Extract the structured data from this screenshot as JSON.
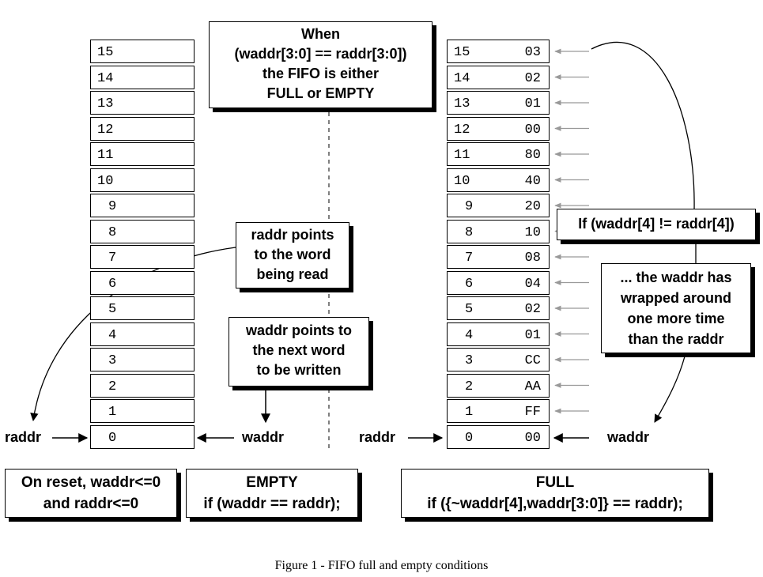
{
  "left_fifo": {
    "rows": [
      {
        "index": "15"
      },
      {
        "index": "14"
      },
      {
        "index": "13"
      },
      {
        "index": "12"
      },
      {
        "index": "11"
      },
      {
        "index": "10"
      },
      {
        "index": "9"
      },
      {
        "index": "8"
      },
      {
        "index": "7"
      },
      {
        "index": "6"
      },
      {
        "index": "5"
      },
      {
        "index": "4"
      },
      {
        "index": "3"
      },
      {
        "index": "2"
      },
      {
        "index": "1"
      },
      {
        "index": "0"
      }
    ],
    "raddr_label": "raddr",
    "waddr_label": "waddr"
  },
  "right_fifo": {
    "rows": [
      {
        "index": "15",
        "value": "03"
      },
      {
        "index": "14",
        "value": "02"
      },
      {
        "index": "13",
        "value": "01"
      },
      {
        "index": "12",
        "value": "00"
      },
      {
        "index": "11",
        "value": "80"
      },
      {
        "index": "10",
        "value": "40"
      },
      {
        "index": "9",
        "value": "20"
      },
      {
        "index": "8",
        "value": "10"
      },
      {
        "index": "7",
        "value": "08"
      },
      {
        "index": "6",
        "value": "04"
      },
      {
        "index": "5",
        "value": "02"
      },
      {
        "index": "4",
        "value": "01"
      },
      {
        "index": "3",
        "value": "CC"
      },
      {
        "index": "2",
        "value": "AA"
      },
      {
        "index": "1",
        "value": "FF"
      },
      {
        "index": "0",
        "value": "00"
      }
    ],
    "raddr_label": "raddr",
    "waddr_label": "waddr"
  },
  "notes": {
    "when": [
      "When",
      "(waddr[3:0] == raddr[3:0])",
      "the FIFO is either",
      "FULL or EMPTY"
    ],
    "raddr_points": [
      "raddr points",
      "to the word",
      "being read"
    ],
    "waddr_points": [
      "waddr points to",
      "the next word",
      "to be written"
    ],
    "msb_check": [
      "If (waddr[4] != raddr[4])"
    ],
    "wrapped": [
      "...  the waddr has",
      "wrapped around",
      "one more time",
      "than the raddr"
    ]
  },
  "conditions": {
    "reset": [
      "On reset, waddr<=0",
      "and raddr<=0"
    ],
    "empty": [
      "EMPTY",
      "if (waddr == raddr);"
    ],
    "full": [
      "FULL",
      "if ({~waddr[4],waddr[3:0]} == raddr);"
    ]
  },
  "caption": "Figure 1 - FIFO full and empty conditions"
}
